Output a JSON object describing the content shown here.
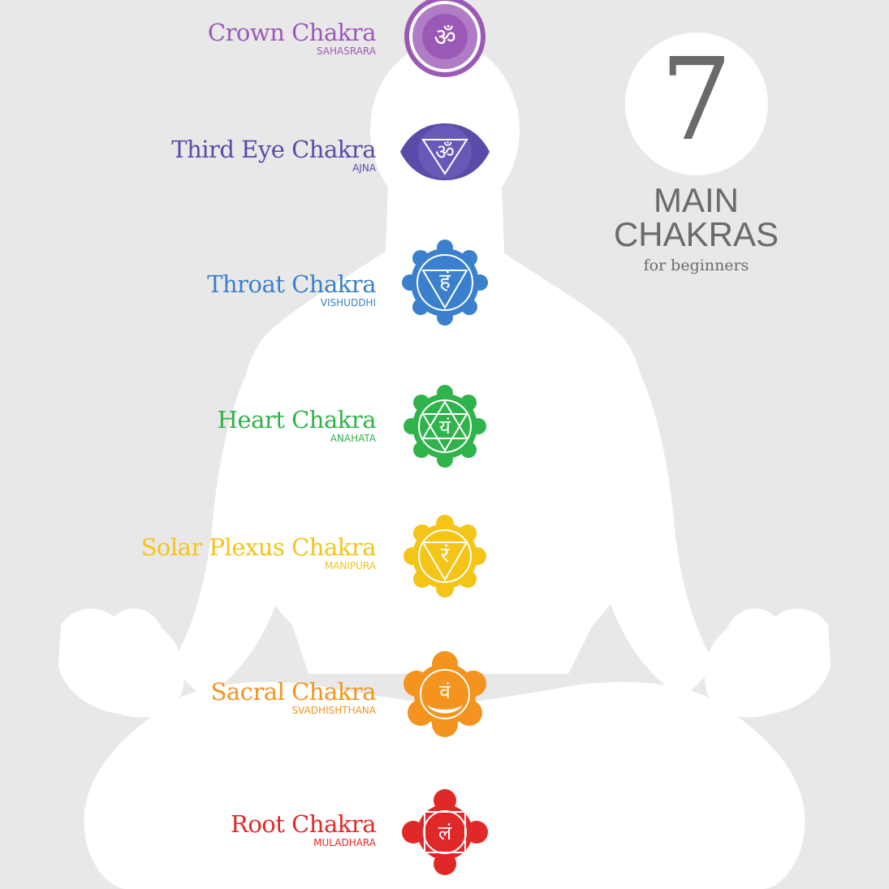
{
  "title": {
    "number": "7",
    "line1": "MAIN",
    "line2": "CHAKRAS",
    "subtitle": "for beginners"
  },
  "chakras": [
    {
      "name": "Crown Chakra",
      "sanskrit": "SAHASRARA",
      "color": "#9b59b6",
      "glyph": "ॐ"
    },
    {
      "name": "Third Eye Chakra",
      "sanskrit": "AJNA",
      "color": "#5b4aa8",
      "glyph": "ॐ"
    },
    {
      "name": "Throat Chakra",
      "sanskrit": "VISHUDDHI",
      "color": "#3a80cc",
      "glyph": "हं"
    },
    {
      "name": "Heart Chakra",
      "sanskrit": "ANAHATA",
      "color": "#2fb34a",
      "glyph": "यं"
    },
    {
      "name": "Solar Plexus Chakra",
      "sanskrit": "MANIPURA",
      "color": "#f4c417",
      "glyph": "रं"
    },
    {
      "name": "Sacral Chakra",
      "sanskrit": "SVADHISHTHANA",
      "color": "#f4931e",
      "glyph": "वं"
    },
    {
      "name": "Root Chakra",
      "sanskrit": "MULADHARA",
      "color": "#e12828",
      "glyph": "लं"
    }
  ],
  "colors": {
    "background": "#e8e8e8",
    "silhouette": "#ffffff",
    "title_text": "#6a6a6a"
  }
}
